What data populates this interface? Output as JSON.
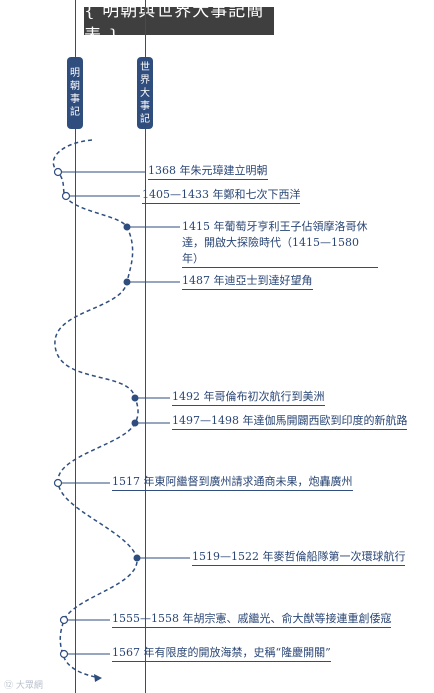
{
  "title": "{ 明朝與世界大事記簡表 }",
  "columns": {
    "ming": {
      "chars": [
        "明",
        "朝",
        "事",
        "記"
      ]
    },
    "world": {
      "chars": [
        "世",
        "界",
        "大",
        "事",
        "記"
      ]
    }
  },
  "events": [
    {
      "text": "1368 年朱元璋建立明朝",
      "side": "ming"
    },
    {
      "text": "1405—1433 年鄭和七次下西洋",
      "side": "ming"
    },
    {
      "text": "1415 年葡萄牙亨利王子佔領摩洛哥休達，開啟大探險時代（1415—1580 年）",
      "side": "world"
    },
    {
      "text": "1487 年迪亞士到達好望角",
      "side": "world"
    },
    {
      "text": "1492 年哥倫布初次航行到美洲",
      "side": "world"
    },
    {
      "text": "1497—1498 年達伽馬開闢西歐到印度的新航路",
      "side": "world"
    },
    {
      "text": "1517 年東阿繼督到廣州請求通商未果，炮轟廣州",
      "side": "ming"
    },
    {
      "text": "1519—1522 年麥哲倫船隊第一次環球航行",
      "side": "world"
    },
    {
      "text": "1555—1558 年胡宗憲、戚繼光、俞大猷等接連重創倭寇",
      "side": "ming"
    },
    {
      "text": "1567 年有限度的開放海禁，史稱“隆慶開關”",
      "side": "ming"
    }
  ],
  "watermark": "⑫ 大眾網"
}
